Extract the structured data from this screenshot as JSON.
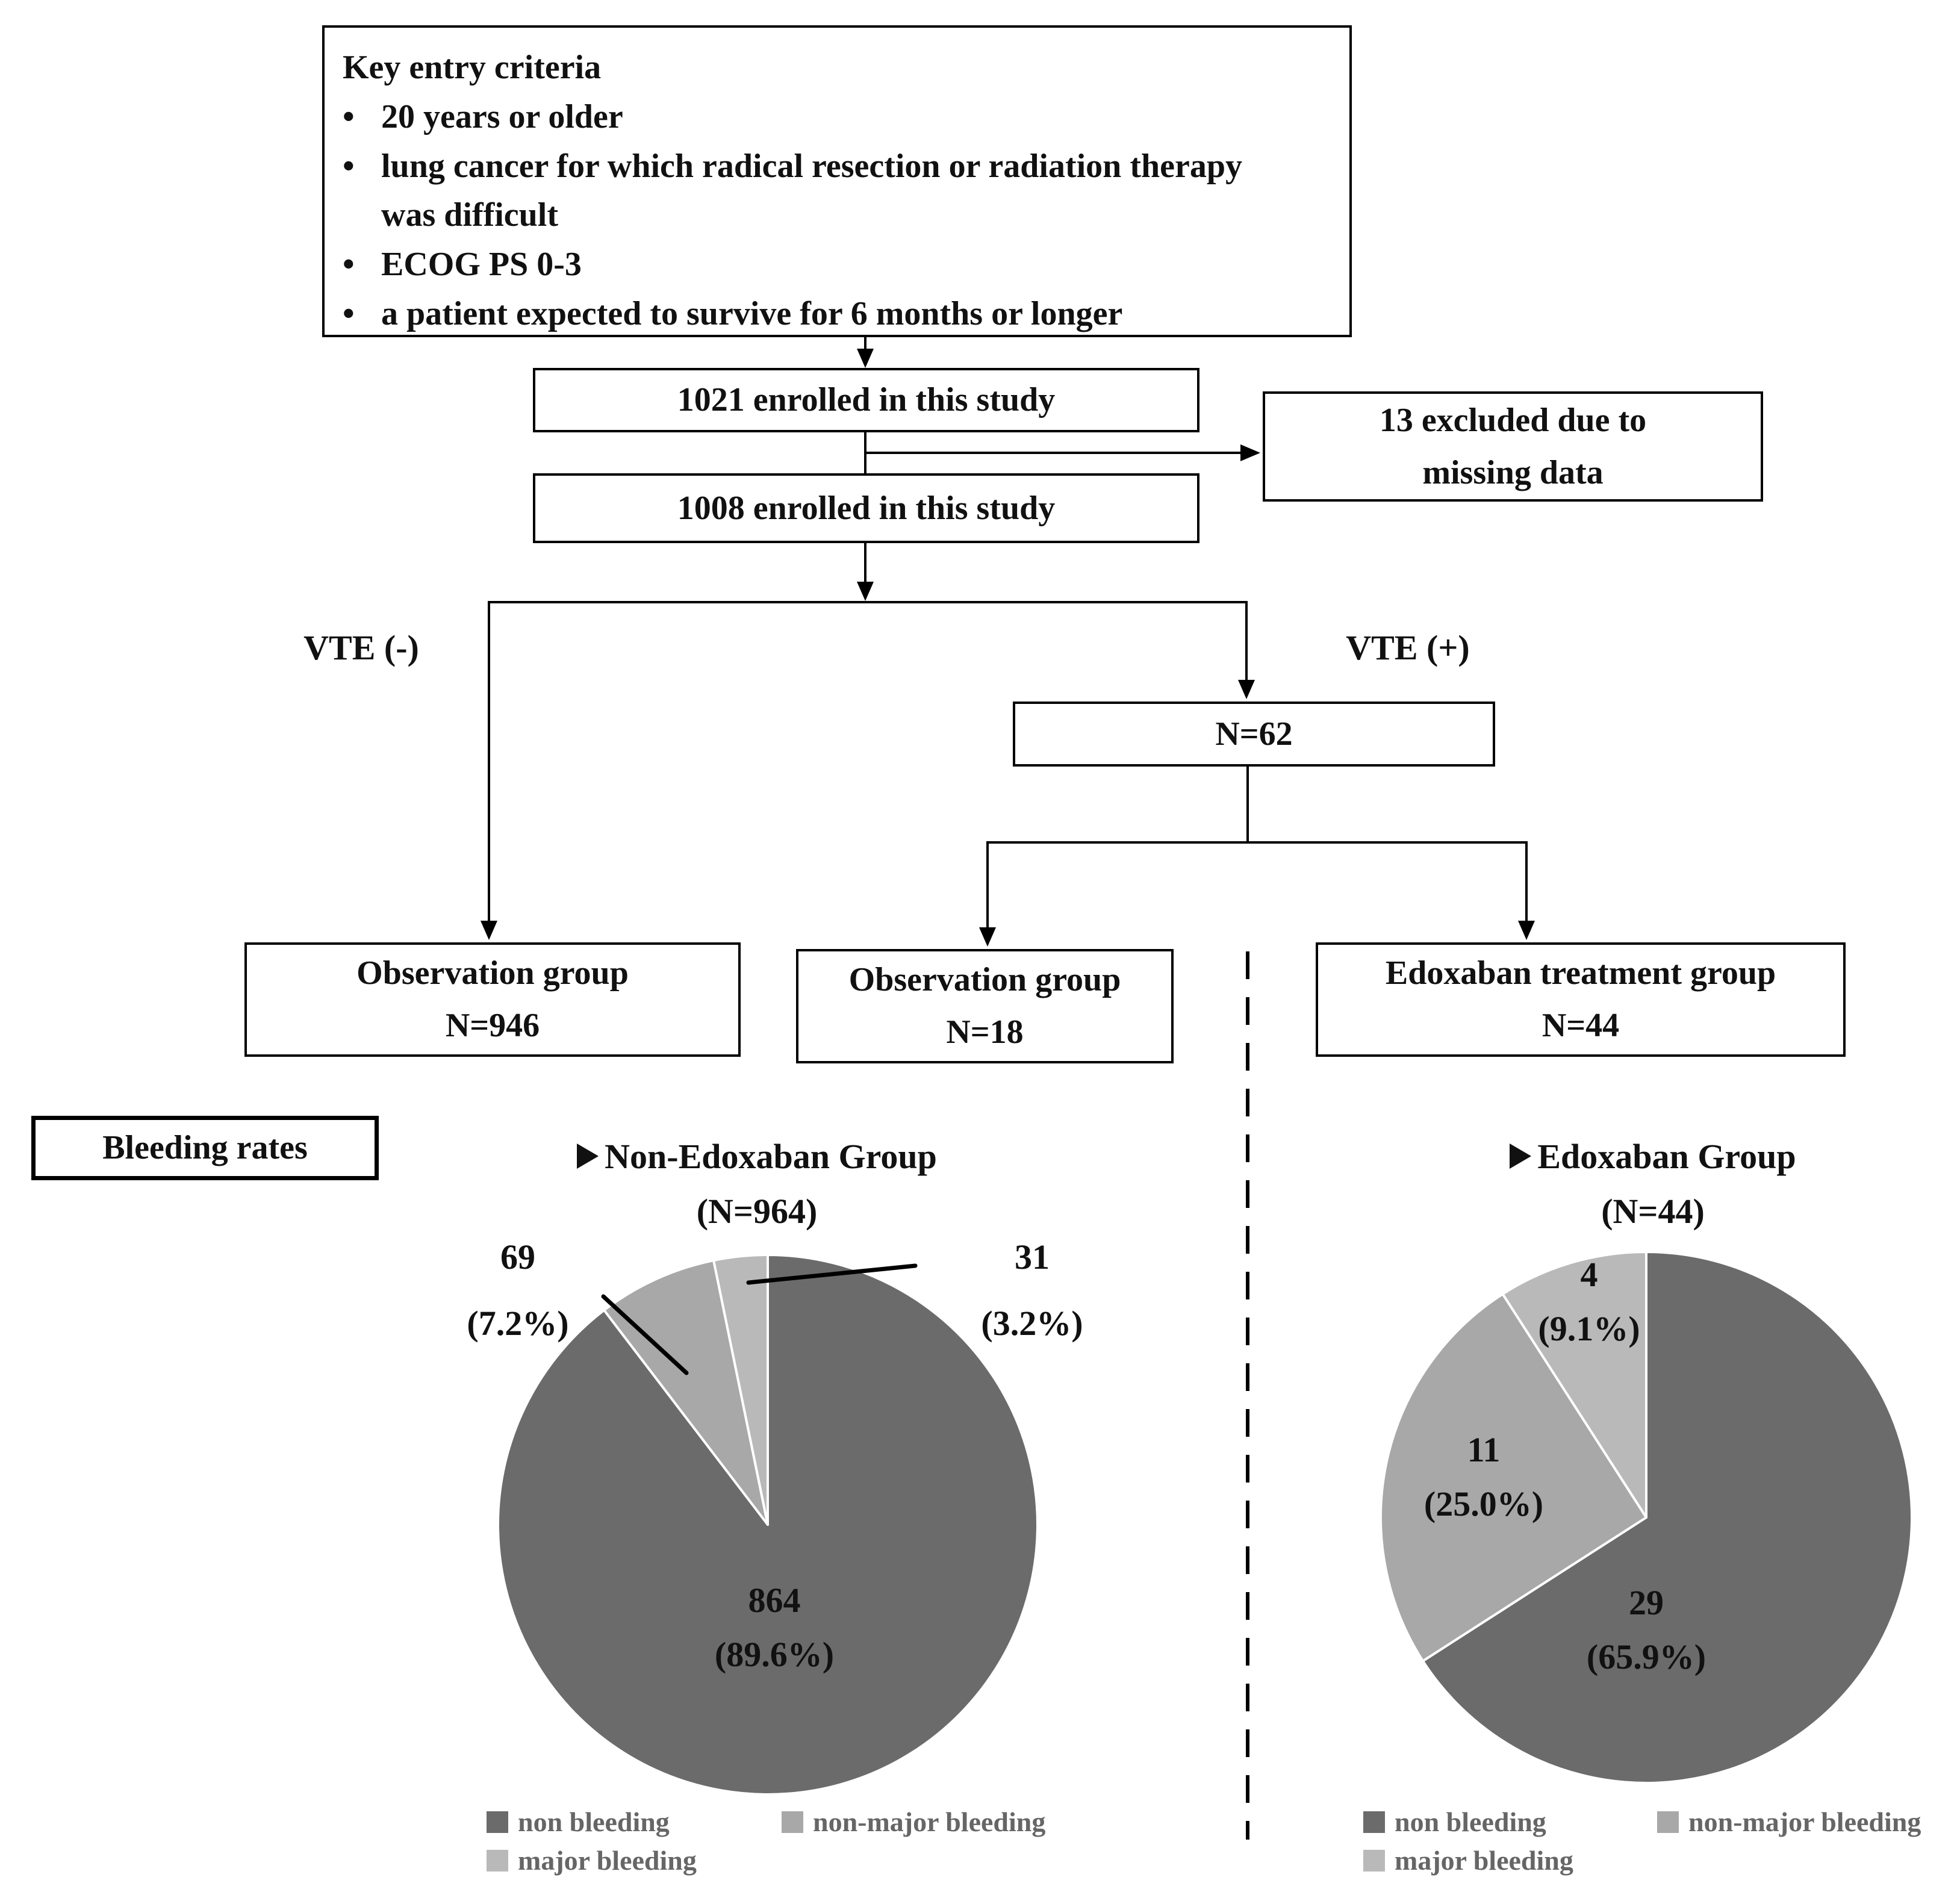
{
  "criteria_box": {
    "title": "Key entry criteria",
    "bullet_char": "•",
    "items": [
      "20 years or older",
      "lung cancer for which radical resection or radiation therapy was difficult",
      "ECOG PS 0-3",
      "a patient expected to survive for 6 months or longer"
    ]
  },
  "flowchart": {
    "enrolled_first": "1021 enrolled in this study",
    "excluded_line1": "13 excluded due to",
    "excluded_line2": "missing data",
    "enrolled_second": "1008 enrolled in this study",
    "vte_negative_label": "VTE (-)",
    "vte_positive_label": "VTE (+)",
    "vte_positive_n": "N=62",
    "observation_large_line1": "Observation group",
    "observation_large_line2": "N=946",
    "observation_small_line1": "Observation group",
    "observation_small_line2": "N=18",
    "edoxaban_line1": "Edoxaban treatment group",
    "edoxaban_line2": "N=44"
  },
  "section_label": "Bleeding rates",
  "chart_data": [
    {
      "type": "pie",
      "title": "Non-Edoxaban Group",
      "subtitle": "(N=964)",
      "total": 964,
      "start_angle_deg": -90,
      "direction": "clockwise",
      "legend_position": "bottom",
      "slices": [
        {
          "name": "non bleeding",
          "value": 864,
          "percent": 89.6,
          "color": "#6b6b6b",
          "label_line1": "864",
          "label_line2": "(89.6%)",
          "label_placement": "inside"
        },
        {
          "name": "non-major bleeding",
          "value": 69,
          "percent": 7.2,
          "color": "#a8a8a8",
          "label_line1": "69",
          "label_line2": "(7.2%)",
          "label_placement": "outside-left"
        },
        {
          "name": "major bleeding",
          "value": 31,
          "percent": 3.2,
          "color": "#b9b9b9",
          "label_line1": "31",
          "label_line2": "(3.2%)",
          "label_placement": "outside-right"
        }
      ]
    },
    {
      "type": "pie",
      "title": "Edoxaban Group",
      "subtitle": "(N=44)",
      "total": 44,
      "start_angle_deg": -90,
      "direction": "clockwise",
      "legend_position": "bottom",
      "slices": [
        {
          "name": "non bleeding",
          "value": 29,
          "percent": 65.9,
          "color": "#6b6b6b",
          "label_line1": "29",
          "label_line2": "(65.9%)",
          "label_placement": "inside"
        },
        {
          "name": "non-major bleeding",
          "value": 11,
          "percent": 25.0,
          "color": "#a8a8a8",
          "label_line1": "11",
          "label_line2": "(25.0%)",
          "label_placement": "inside"
        },
        {
          "name": "major bleeding",
          "value": 4,
          "percent": 9.1,
          "color": "#b9b9b9",
          "label_line1": "4",
          "label_line2": "(9.1%)",
          "label_placement": "inside"
        }
      ]
    }
  ]
}
